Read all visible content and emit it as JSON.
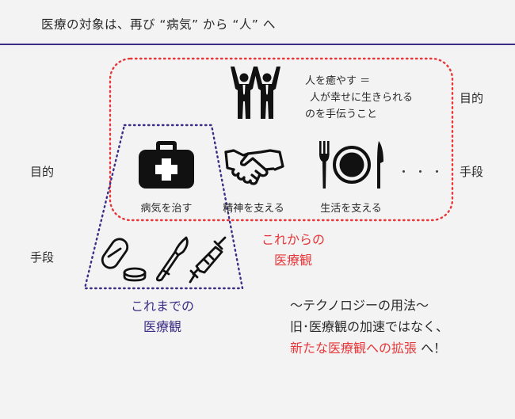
{
  "title": "医療の対象は、再び “病気” から “人” へ",
  "labels": {
    "purpose_right": "目的",
    "means_right": "手段",
    "purpose_left": "目的",
    "means_left": "手段"
  },
  "purpose_statement": {
    "line1": "人を癒やす ＝",
    "line2": "人が幸せに生きられる",
    "line3": "のを手伝うこと"
  },
  "icons": {
    "cure": "病気を治す",
    "mental": "精神を支える",
    "life": "生活を支える",
    "ellipsis": "・・・"
  },
  "future_caption": {
    "line1": "これからの",
    "line2": "医療観"
  },
  "past_caption": {
    "line1": "これまでの",
    "line2": "医療観"
  },
  "technology": {
    "line1": "〜テクノロジーの用法〜",
    "line2": "旧･医療観の加速ではなく、",
    "line3_accent": "新たな医療観への拡張",
    "line3_rest": " へ！"
  },
  "colors": {
    "accent_red": "#e5383b",
    "accent_purple": "#3c2d86",
    "icon_black": "#111111",
    "background": "#f4f3f3"
  }
}
